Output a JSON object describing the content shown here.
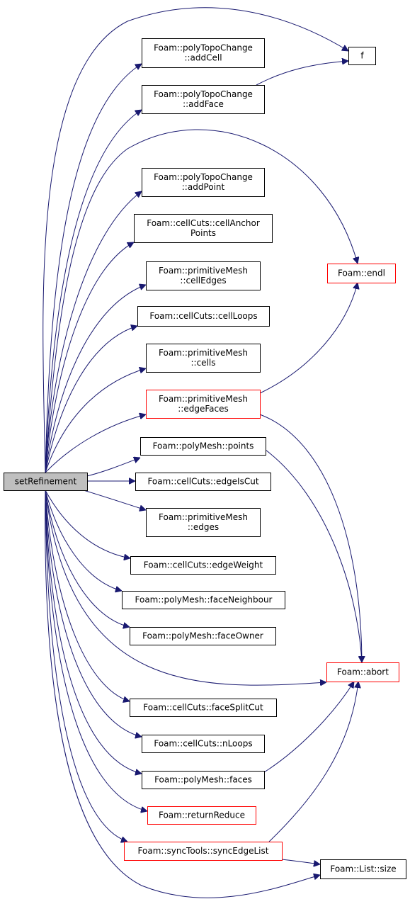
{
  "graph": {
    "root": "setRefinement",
    "colors": {
      "edge": "#191970",
      "node_border": "#000000",
      "truncated_border": "#ff0000",
      "root_fill": "#bfbfbf",
      "node_fill": "#ffffff"
    },
    "nodes": [
      {
        "id": "setRefinement",
        "lines": [
          "setRefinement"
        ],
        "style": "root"
      },
      {
        "id": "f",
        "lines": [
          "f"
        ],
        "style": "normal"
      },
      {
        "id": "addCell",
        "lines": [
          "Foam::polyTopoChange",
          "::addCell"
        ],
        "style": "normal"
      },
      {
        "id": "addFace",
        "lines": [
          "Foam::polyTopoChange",
          "::addFace"
        ],
        "style": "normal"
      },
      {
        "id": "addPoint",
        "lines": [
          "Foam::polyTopoChange",
          "::addPoint"
        ],
        "style": "normal"
      },
      {
        "id": "cellAnchorPoints",
        "lines": [
          "Foam::cellCuts::cellAnchor",
          "Points"
        ],
        "style": "normal"
      },
      {
        "id": "cellEdges",
        "lines": [
          "Foam::primitiveMesh",
          "::cellEdges"
        ],
        "style": "normal"
      },
      {
        "id": "cellLoops",
        "lines": [
          "Foam::cellCuts::cellLoops"
        ],
        "style": "normal"
      },
      {
        "id": "cells",
        "lines": [
          "Foam::primitiveMesh",
          "::cells"
        ],
        "style": "normal"
      },
      {
        "id": "edgeFaces",
        "lines": [
          "Foam::primitiveMesh",
          "::edgeFaces"
        ],
        "style": "truncated"
      },
      {
        "id": "points",
        "lines": [
          "Foam::polyMesh::points"
        ],
        "style": "normal"
      },
      {
        "id": "edgeIsCut",
        "lines": [
          "Foam::cellCuts::edgeIsCut"
        ],
        "style": "normal"
      },
      {
        "id": "edges",
        "lines": [
          "Foam::primitiveMesh",
          "::edges"
        ],
        "style": "normal"
      },
      {
        "id": "edgeWeight",
        "lines": [
          "Foam::cellCuts::edgeWeight"
        ],
        "style": "normal"
      },
      {
        "id": "faceNeighbour",
        "lines": [
          "Foam::polyMesh::faceNeighbour"
        ],
        "style": "normal"
      },
      {
        "id": "faceOwner",
        "lines": [
          "Foam::polyMesh::faceOwner"
        ],
        "style": "normal"
      },
      {
        "id": "faceSplitCut",
        "lines": [
          "Foam::cellCuts::faceSplitCut"
        ],
        "style": "normal"
      },
      {
        "id": "nLoops",
        "lines": [
          "Foam::cellCuts::nLoops"
        ],
        "style": "normal"
      },
      {
        "id": "faces",
        "lines": [
          "Foam::polyMesh::faces"
        ],
        "style": "normal"
      },
      {
        "id": "returnReduce",
        "lines": [
          "Foam::returnReduce"
        ],
        "style": "truncated"
      },
      {
        "id": "syncEdgeList",
        "lines": [
          "Foam::syncTools::syncEdgeList"
        ],
        "style": "truncated"
      },
      {
        "id": "endl",
        "lines": [
          "Foam::endl"
        ],
        "style": "truncated"
      },
      {
        "id": "abort",
        "lines": [
          "Foam::abort"
        ],
        "style": "truncated"
      },
      {
        "id": "size",
        "lines": [
          "Foam::List::size"
        ],
        "style": "normal"
      }
    ],
    "edges": [
      {
        "from": "setRefinement",
        "to": "f"
      },
      {
        "from": "setRefinement",
        "to": "addCell"
      },
      {
        "from": "setRefinement",
        "to": "addFace"
      },
      {
        "from": "setRefinement",
        "to": "endl"
      },
      {
        "from": "setRefinement",
        "to": "addPoint"
      },
      {
        "from": "setRefinement",
        "to": "cellAnchorPoints"
      },
      {
        "from": "setRefinement",
        "to": "cellEdges"
      },
      {
        "from": "setRefinement",
        "to": "cellLoops"
      },
      {
        "from": "setRefinement",
        "to": "cells"
      },
      {
        "from": "setRefinement",
        "to": "edgeFaces"
      },
      {
        "from": "setRefinement",
        "to": "points"
      },
      {
        "from": "setRefinement",
        "to": "edgeIsCut"
      },
      {
        "from": "setRefinement",
        "to": "edges"
      },
      {
        "from": "setRefinement",
        "to": "edgeWeight"
      },
      {
        "from": "setRefinement",
        "to": "faceNeighbour"
      },
      {
        "from": "setRefinement",
        "to": "faceOwner"
      },
      {
        "from": "setRefinement",
        "to": "abort"
      },
      {
        "from": "setRefinement",
        "to": "faceSplitCut"
      },
      {
        "from": "setRefinement",
        "to": "nLoops"
      },
      {
        "from": "setRefinement",
        "to": "faces"
      },
      {
        "from": "setRefinement",
        "to": "returnReduce"
      },
      {
        "from": "setRefinement",
        "to": "syncEdgeList"
      },
      {
        "from": "setRefinement",
        "to": "size"
      },
      {
        "from": "addFace",
        "to": "f"
      },
      {
        "from": "edgeFaces",
        "to": "endl"
      },
      {
        "from": "edgeFaces",
        "to": "abort"
      },
      {
        "from": "points",
        "to": "abort"
      },
      {
        "from": "faces",
        "to": "abort"
      },
      {
        "from": "syncEdgeList",
        "to": "abort"
      },
      {
        "from": "syncEdgeList",
        "to": "size"
      }
    ]
  }
}
